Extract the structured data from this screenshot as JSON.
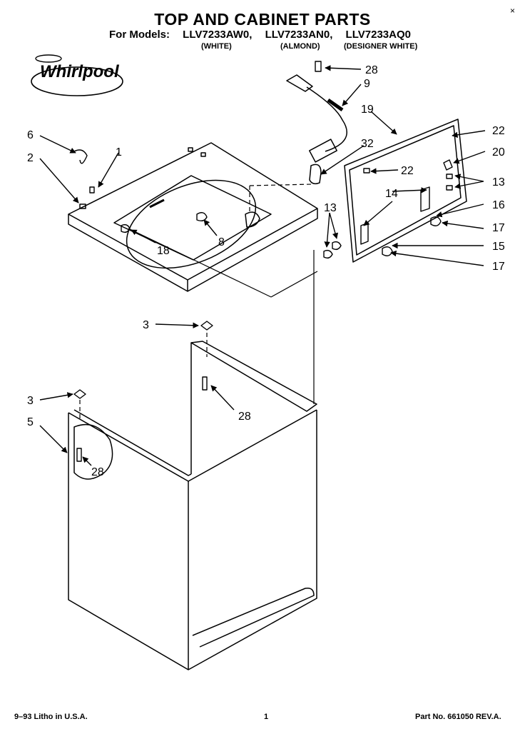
{
  "title": "TOP AND CABINET PARTS",
  "models_prefix": "For Models:",
  "models": [
    "LLV7233AW0,",
    "LLV7233AN0,",
    "LLV7233AQ0"
  ],
  "finishes": [
    "(WHITE)",
    "(ALMOND)",
    "(DESIGNER WHITE)"
  ],
  "brand": "Whirlpool",
  "close_glyph": "×",
  "footer": {
    "litho": "9–93 Litho in U.S.A.",
    "page": "1",
    "part_no": "Part No. 661050 REV.A."
  },
  "callouts": {
    "c28a": "28",
    "c9": "9",
    "c19": "19",
    "c6": "6",
    "c1": "1",
    "c2": "2",
    "c32": "32",
    "c22a": "22",
    "c22b": "22",
    "c20": "20",
    "c13a": "13",
    "c14": "14",
    "c16": "16",
    "c13b": "13",
    "c17a": "17",
    "c15": "15",
    "c17b": "17",
    "c8": "8",
    "c18": "18",
    "c3a": "3",
    "c28b": "28",
    "c3b": "3",
    "c5": "5",
    "c28c": "28"
  }
}
